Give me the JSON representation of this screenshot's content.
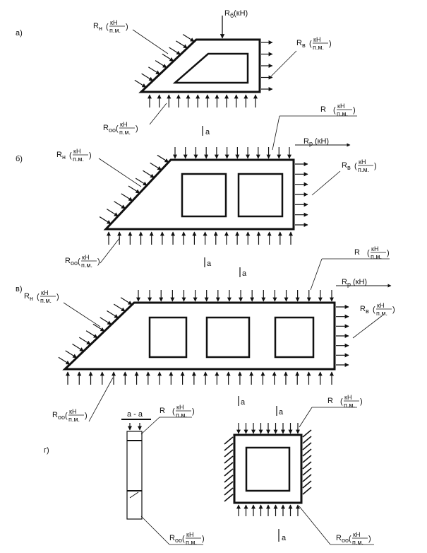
{
  "colors": {
    "ink": "#111111",
    "background": "#ffffff"
  },
  "units": {
    "num": "кН",
    "den": "п.м.",
    "point": "(кН)"
  },
  "panels": {
    "a": {
      "letter": "а)",
      "section": "а",
      "labels": {
        "ri": "R",
        "rr": "R",
        "rg": "R",
        "rb": "R"
      },
      "subs": {
        "ri": "н",
        "rr": "в",
        "rg": "б",
        "rb": "оо"
      }
    },
    "b": {
      "letter": "б)",
      "section": [
        "а",
        "а"
      ],
      "labels": {
        "ri": "R",
        "rt": "R",
        "rp": "R",
        "rr": "R",
        "rb": "R"
      },
      "subs": {
        "ri": "н",
        "rt": "",
        "rp": "р",
        "rr": "в",
        "rb": "оо"
      }
    },
    "v": {
      "letter": "в)",
      "section": [
        "а",
        "а"
      ],
      "labels": {
        "ri": "R",
        "rt": "R",
        "rp": "R",
        "rr": "R",
        "rb": "R"
      },
      "subs": {
        "ri": "н",
        "rt": "",
        "rp": "р",
        "rr": "в",
        "rb": "оо"
      }
    },
    "g": {
      "letter": "г)",
      "title": "а - а",
      "section": "а",
      "labels": {
        "st": "R",
        "sb": "R",
        "qt": "R",
        "qb": "R"
      },
      "subs": {
        "st": "",
        "sb": "оо",
        "qt": "",
        "qb": "оо"
      }
    }
  }
}
